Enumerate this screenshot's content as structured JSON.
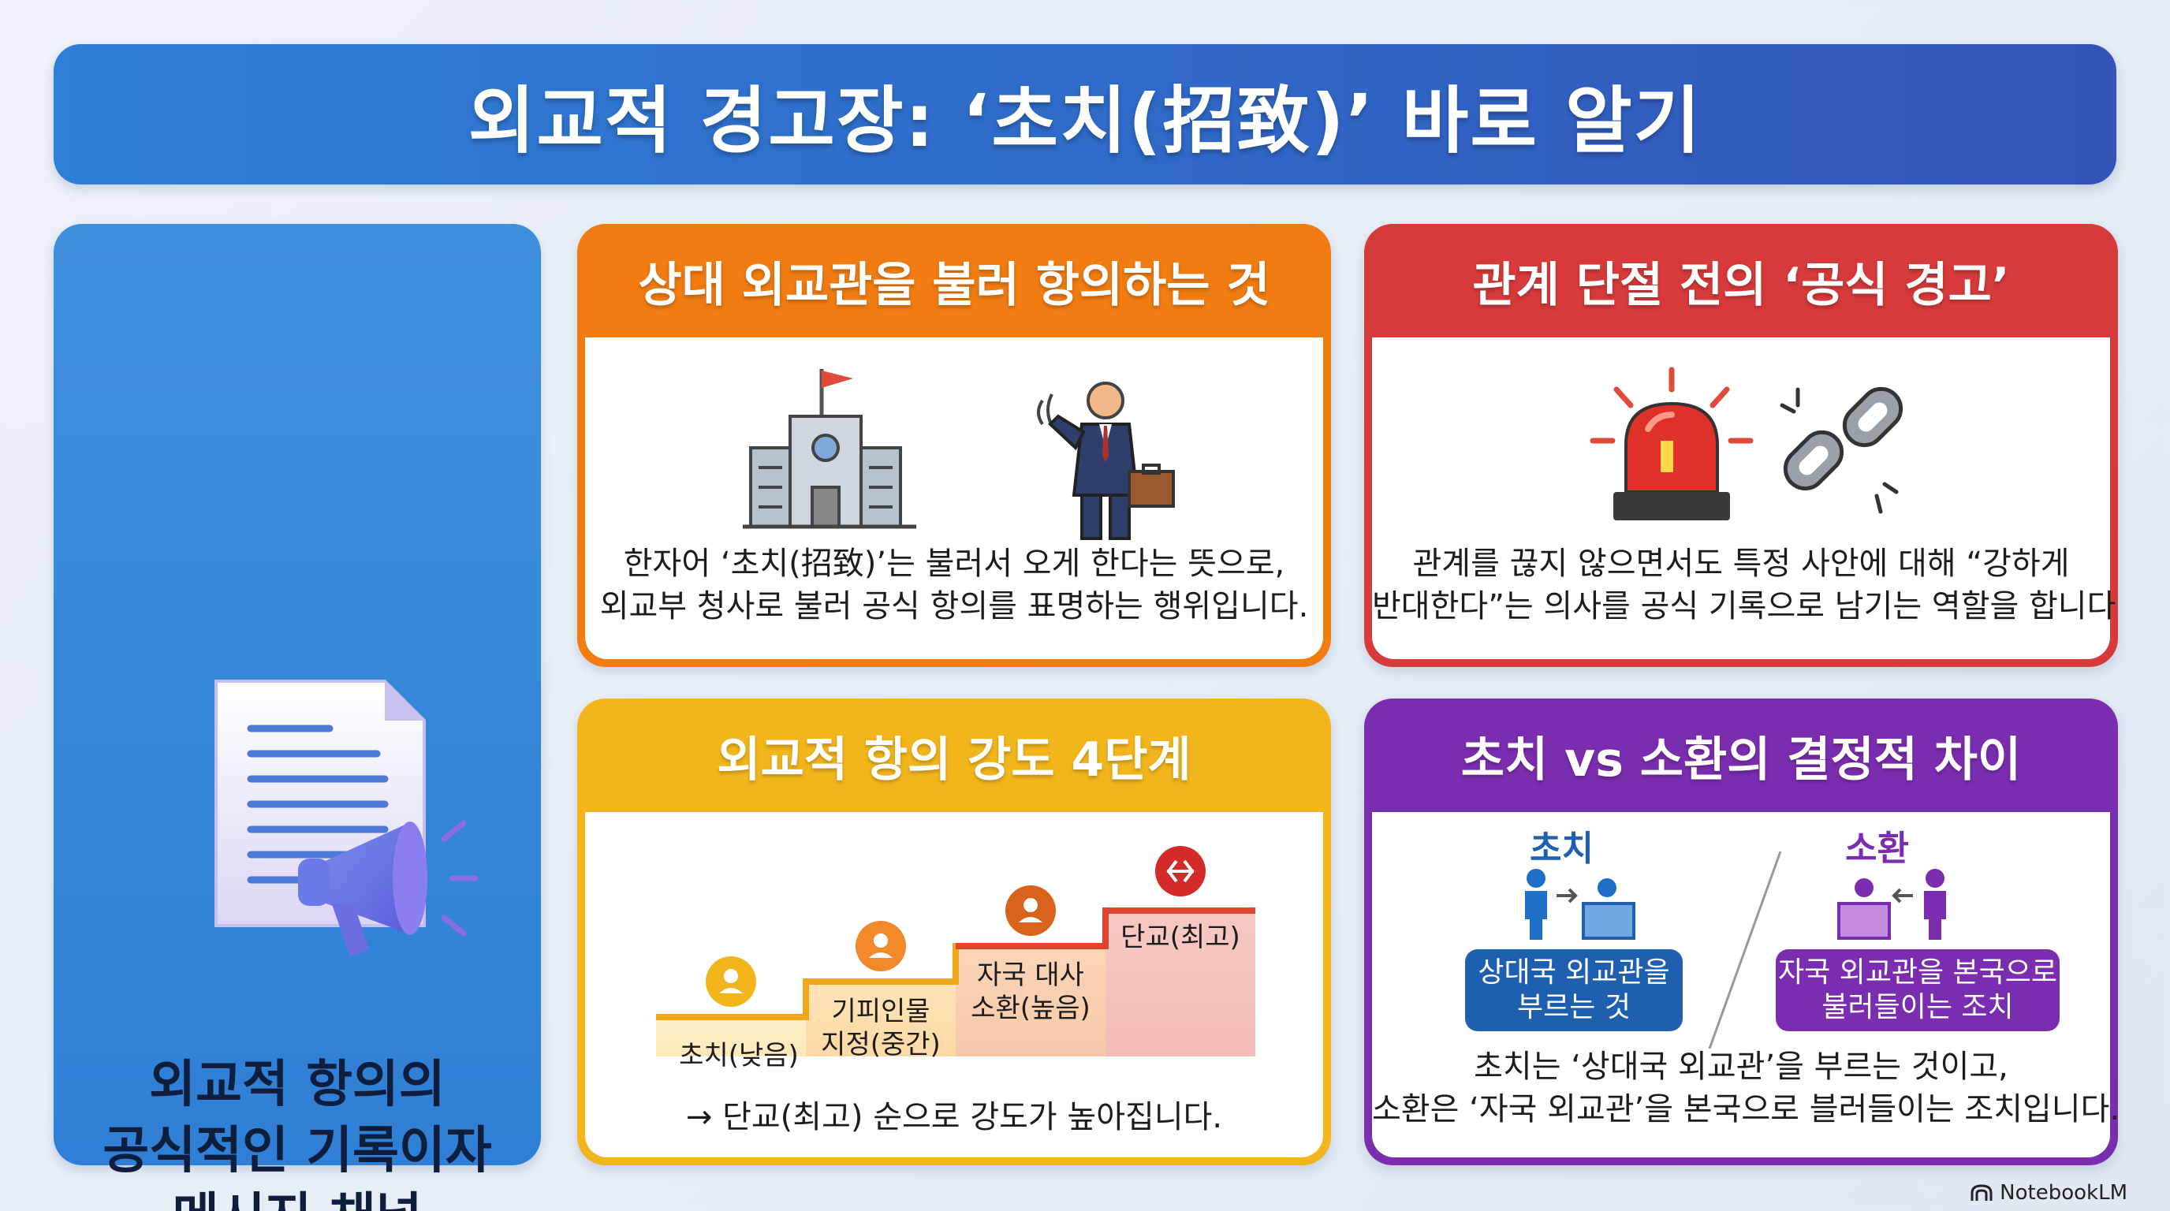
{
  "title": "외교적 경고장: ‘초치(招致)’ 바로 알기",
  "left_panel": {
    "lines": [
      "외교적 항의의",
      "공식적인 기록이자",
      "메시지 채널"
    ],
    "icon": "document-megaphone-icon"
  },
  "cards": {
    "orange": {
      "header": "상대 외교관을 불러 항의하는 것",
      "lines": [
        "한자어 ‘초치(招致)’는 불러서 오게 한다는 뜻으로,",
        "외교부 청사로 불러 공식 항의를 표명하는 행위입니다."
      ],
      "icons": [
        "building-with-flag-icon",
        "diplomat-with-briefcase-icon"
      ]
    },
    "red": {
      "header": "관계 단절 전의 ‘공식 경고’",
      "lines": [
        "관계를 끊지 않으면서도 특정 사안에 대해 “강하게",
        "반대한다”는 의사를 공식 기록으로 남기는 역할을 합니다."
      ],
      "icons": [
        "siren-icon",
        "broken-chain-icon"
      ]
    },
    "yellow": {
      "header": "외교적 항의 강도 4단계",
      "steps": [
        {
          "lines": [
            "초치(낮음)"
          ]
        },
        {
          "lines": [
            "기피인물",
            "지정(중간)"
          ]
        },
        {
          "lines": [
            "자국 대사",
            "소환(높음)"
          ]
        },
        {
          "lines": [
            "단교(최고)"
          ]
        }
      ],
      "footer": "→ 단교(최고) 순으로 강도가 높아집니다."
    },
    "purple": {
      "header": "초치 vs 소환의 결정적 차이",
      "left_title": "초치",
      "left_box": [
        "상대국 외교관을",
        "부르는 것"
      ],
      "right_title": "소환",
      "right_box": [
        "자국 외교관을 본국으로",
        "불러들이는 조치"
      ],
      "lines": [
        "초치는 ‘상대국 외교관’을 부르는 것이고,",
        "소환은 ‘자국 외교관’을 본국으로 블러들이는 조치입니다."
      ]
    }
  },
  "footer_brand": "NotebookLM",
  "colors": {
    "title_blue": "#2f6bc9",
    "orange": "#f07c12",
    "red": "#d63a3a",
    "yellow": "#f2b61c",
    "purple": "#7b2db0",
    "dark_blue": "#1f5fb0"
  }
}
